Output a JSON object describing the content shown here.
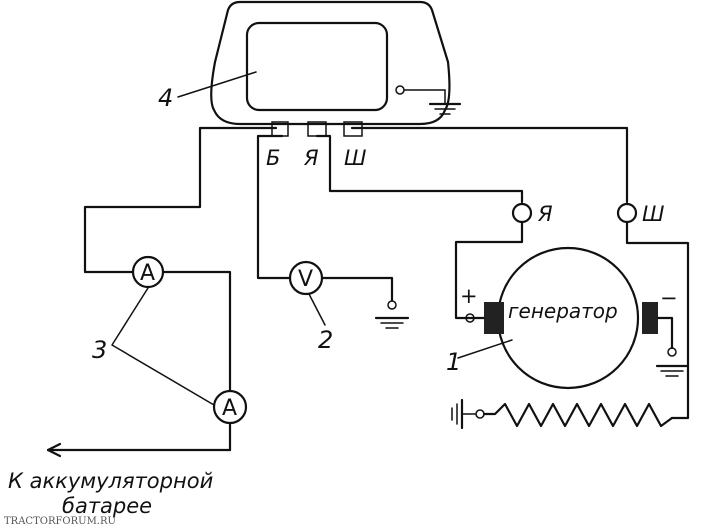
{
  "labels": {
    "regulator_number": "4",
    "ammeter_number": "3",
    "voltmeter_number": "2",
    "generator_number": "1",
    "terminal_b": "Б",
    "terminal_ya": "Я",
    "terminal_sh": "Ш",
    "gen_terminal_ya": "Я",
    "gen_terminal_sh": "Ш",
    "ammeter_symbol_top": "A",
    "ammeter_symbol_bottom": "A",
    "voltmeter_symbol": "V",
    "generator_name": "генератор",
    "plus_sign": "+",
    "minus_sign": "−",
    "battery_line1": "К аккумуляторной",
    "battery_line2": "батарее",
    "watermark": "TRACTORFORUM.RU"
  }
}
